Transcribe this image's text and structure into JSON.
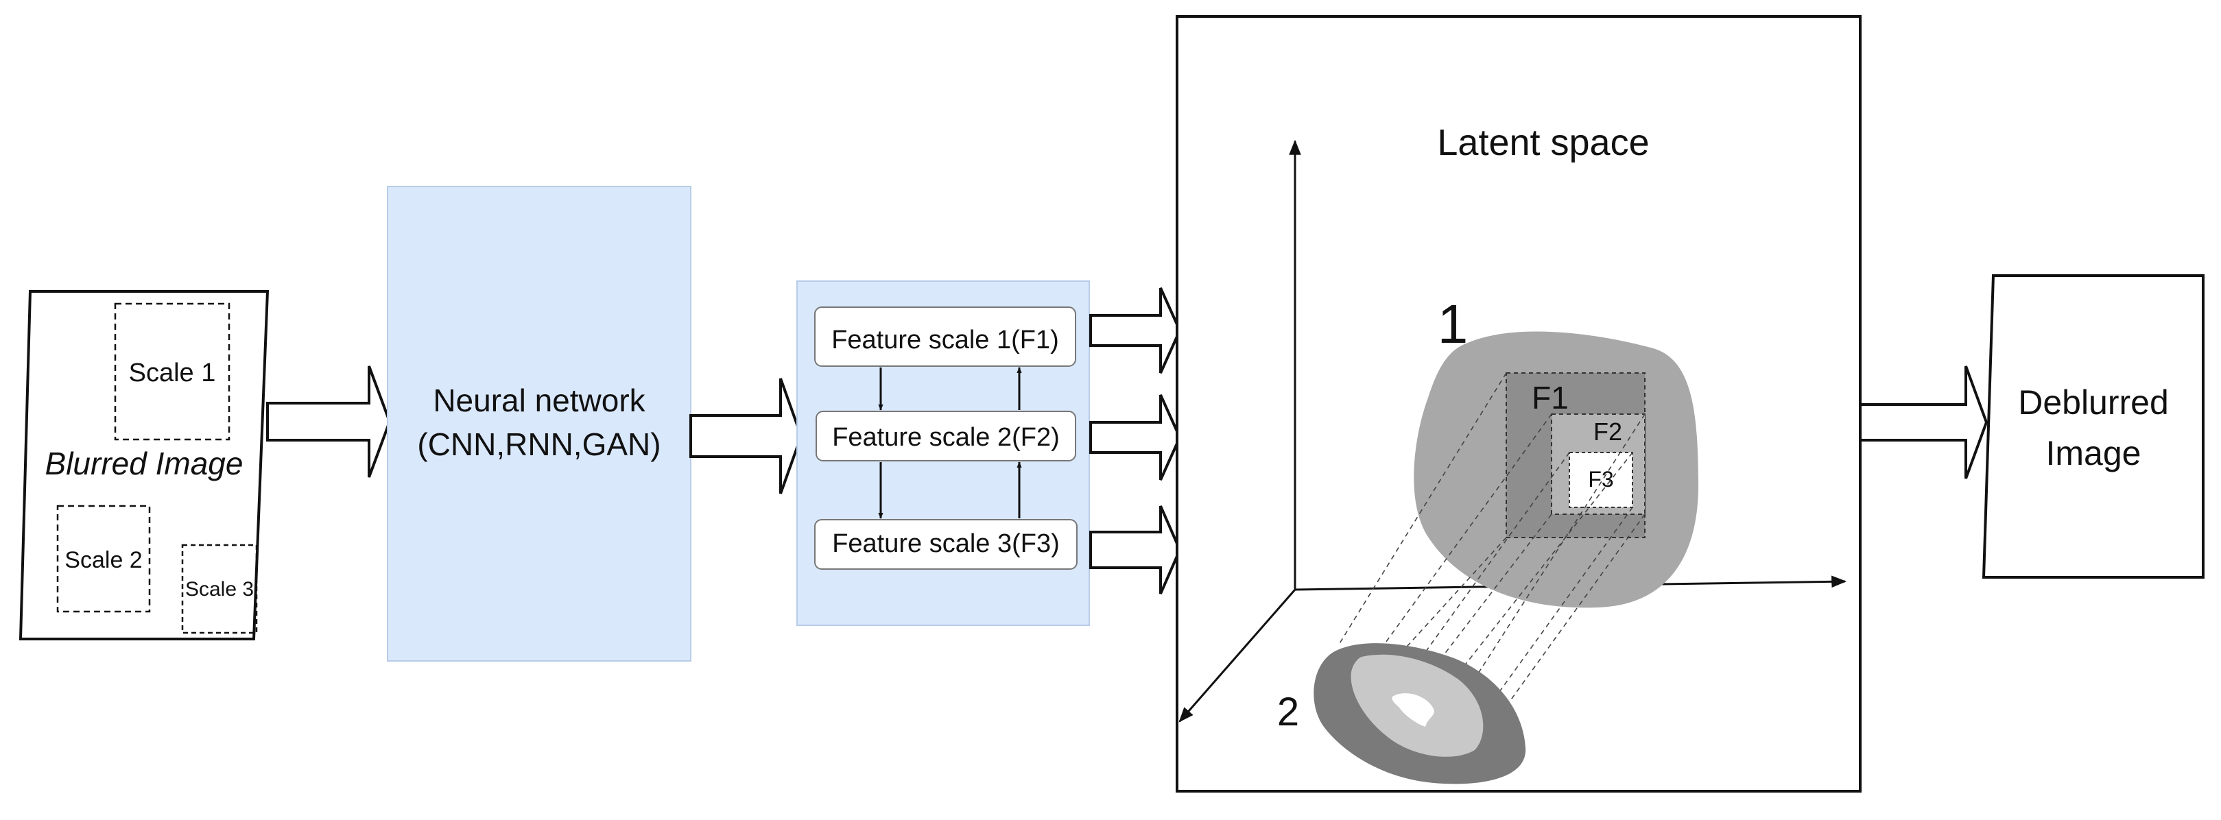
{
  "input": {
    "title": "Blurred Image",
    "scale1": "Scale 1",
    "scale2": "Scale 2",
    "scale3": "Scale 3"
  },
  "network": {
    "line1": "Neural network",
    "line2": "(CNN,RNN,GAN)"
  },
  "features": {
    "f1": "Feature scale 1(F1)",
    "f2": "Feature scale 2(F2)",
    "f3": "Feature scale 3(F3)"
  },
  "latent": {
    "title": "Latent space",
    "region1_label": "1",
    "region2_label": "2",
    "f1": "F1",
    "f2": "F2",
    "f3": "F3"
  },
  "output": {
    "line1": "Deblurred",
    "line2": "Image"
  },
  "colors": {
    "panel_fill": "#dae8fc",
    "panel_stroke": "#b7cce8",
    "blob1": "#a8a8a8",
    "blob2": "#7a7a7a",
    "blob2_inner": "#c8c8c8",
    "f1_fill": "#8e8e8e",
    "f2_fill": "#b4b4b4"
  }
}
